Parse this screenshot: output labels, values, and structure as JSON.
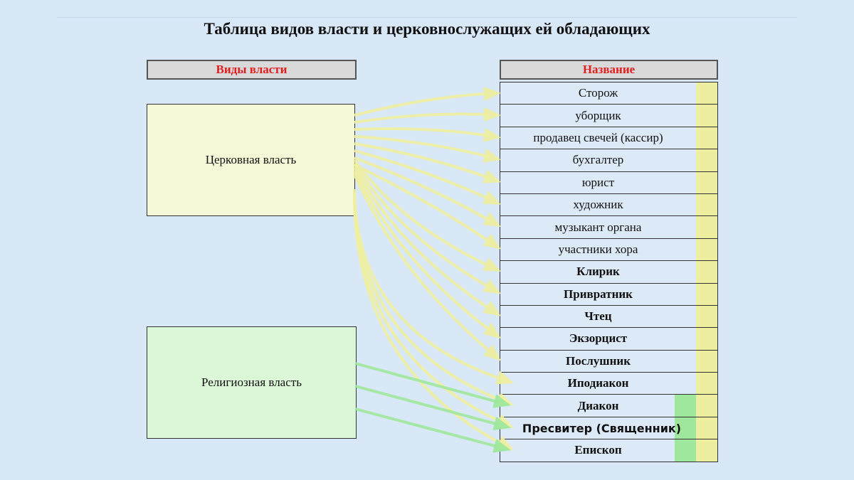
{
  "title": "Таблица видов власти и церковнослужащих ей обладающих",
  "left_header": "Виды власти",
  "right_header": "Название",
  "powers": {
    "church": "Церковная власть",
    "religious": "Религиозная власть"
  },
  "colors": {
    "church_box": "#f5f8d7",
    "religious_box": "#dcf7d8",
    "church_arrow": "#eeeea0",
    "religious_arrow": "#9ee79c",
    "header_text": "#e02020"
  },
  "roles": [
    {
      "name": "Сторож",
      "bold": false,
      "church": true,
      "religious": false
    },
    {
      "name": "уборщик",
      "bold": false,
      "church": true,
      "religious": false
    },
    {
      "name": "продавец свечей (кассир)",
      "bold": false,
      "church": true,
      "religious": false
    },
    {
      "name": "бухгалтер",
      "bold": false,
      "church": true,
      "religious": false
    },
    {
      "name": "юрист",
      "bold": false,
      "church": true,
      "religious": false
    },
    {
      "name": "художник",
      "bold": false,
      "church": true,
      "religious": false
    },
    {
      "name": "музыкант органа",
      "bold": false,
      "church": true,
      "religious": false
    },
    {
      "name": "участники хора",
      "bold": false,
      "church": true,
      "religious": false
    },
    {
      "name": "Клирик",
      "bold": true,
      "church": true,
      "religious": false
    },
    {
      "name": "Привратник",
      "bold": true,
      "church": true,
      "religious": false
    },
    {
      "name": "Чтец",
      "bold": true,
      "church": true,
      "religious": false
    },
    {
      "name": "Экзорцист",
      "bold": true,
      "church": true,
      "religious": false
    },
    {
      "name": "Послушник",
      "bold": true,
      "church": true,
      "religious": false
    },
    {
      "name": "Иподиакон",
      "bold": true,
      "church": true,
      "religious": false
    },
    {
      "name": "Диакон",
      "bold": true,
      "church": true,
      "religious": true
    },
    {
      "name": "Пресвитер (Священник)",
      "bold": true,
      "church": true,
      "religious": true
    },
    {
      "name": "Епископ",
      "bold": true,
      "church": true,
      "religious": true
    }
  ]
}
